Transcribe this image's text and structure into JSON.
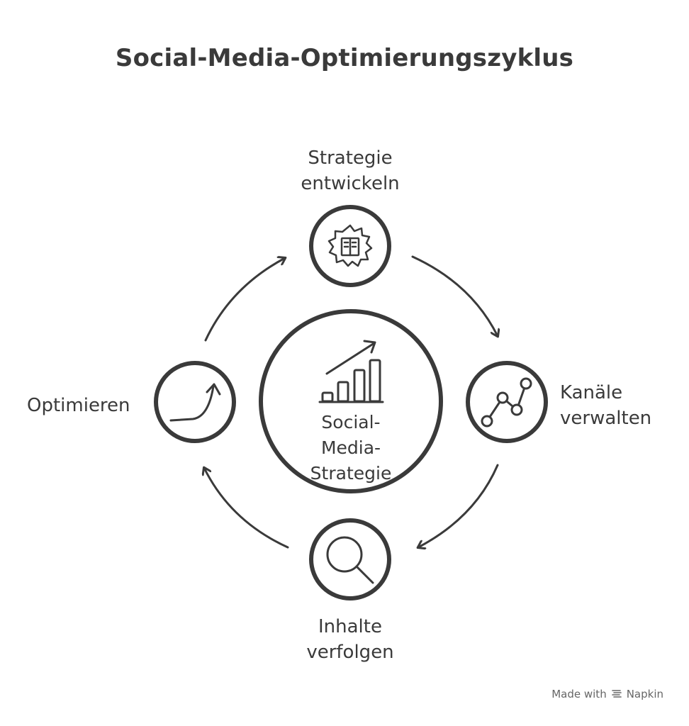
{
  "title": "Social-Media-Optimierungszyklus",
  "center": {
    "lines": [
      "Social-",
      "Media-",
      "Strategie"
    ],
    "icon": "bar-chart-trend-icon"
  },
  "nodes": [
    {
      "id": "strategy",
      "lines": [
        "Strategie",
        "entwickeln"
      ],
      "icon": "gear-document-icon"
    },
    {
      "id": "channels",
      "lines": [
        "Kanäle",
        "verwalten"
      ],
      "icon": "line-graph-icon"
    },
    {
      "id": "content",
      "lines": [
        "Inhalte",
        "verfolgen"
      ],
      "icon": "magnifier-icon"
    },
    {
      "id": "optimize",
      "lines": [
        "Optimieren"
      ],
      "icon": "growth-curve-arrow-icon"
    }
  ],
  "footer": {
    "made_with": "Made with",
    "brand": "Napkin"
  },
  "colors": {
    "stroke": "#3a3a3a",
    "background": "#ffffff"
  }
}
